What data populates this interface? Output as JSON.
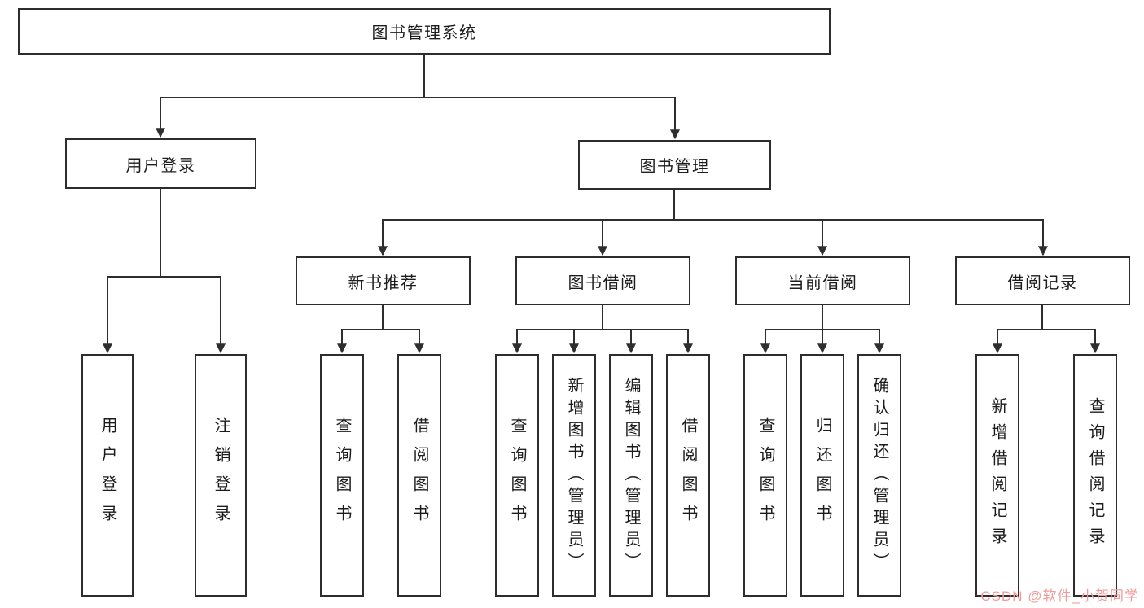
{
  "root": {
    "label": "图书管理系统"
  },
  "branches": {
    "user_login": {
      "label": "用户登录",
      "children": [
        {
          "label": "用户登录"
        },
        {
          "label": "注销登录"
        }
      ]
    },
    "book_mgmt": {
      "label": "图书管理",
      "groups": {
        "new_book": {
          "label": "新书推荐",
          "children": [
            {
              "label": "查询图书"
            },
            {
              "label": "借阅图书"
            }
          ]
        },
        "borrow": {
          "label": "图书借阅",
          "children": [
            {
              "label": "查询图书"
            },
            {
              "label": "新增图书（管理员）"
            },
            {
              "label": "编辑图书（管理员）"
            },
            {
              "label": "借阅图书"
            }
          ]
        },
        "current": {
          "label": "当前借阅",
          "children": [
            {
              "label": "查询图书"
            },
            {
              "label": "归还图书"
            },
            {
              "label": "确认归还（管理员）"
            }
          ]
        },
        "records": {
          "label": "借阅记录",
          "children": [
            {
              "label": "新增借阅记录"
            },
            {
              "label": "查询借阅记录"
            }
          ]
        }
      }
    }
  },
  "colors": {
    "line": "#2e2e2e",
    "box_border": "#2d2d2d",
    "watermark": "#f09a9a"
  },
  "watermark": "CSDN @软件_小贺同学"
}
